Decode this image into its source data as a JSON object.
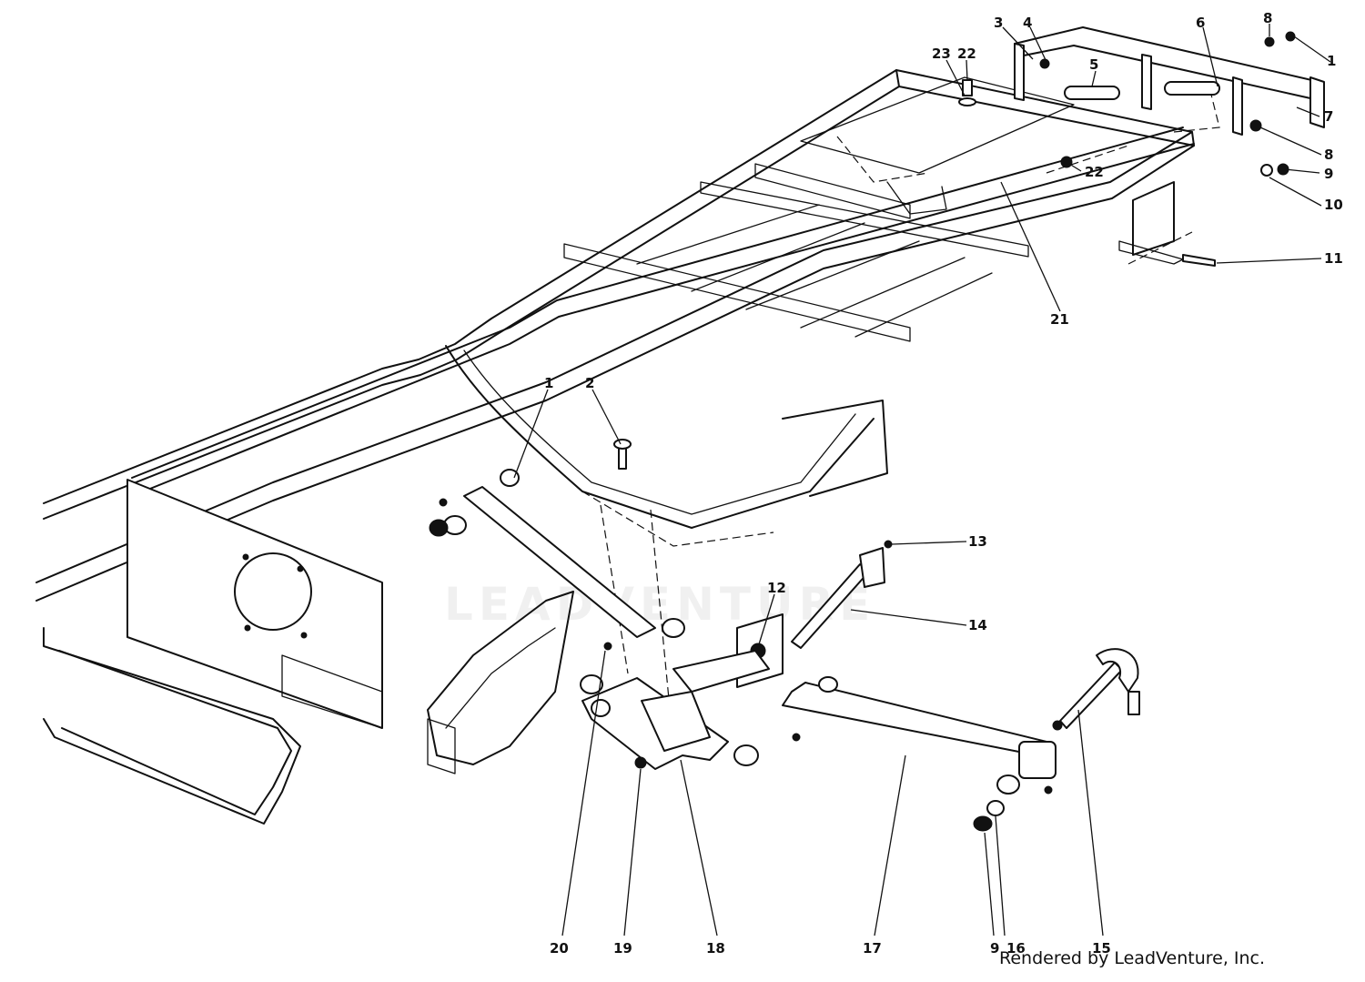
{
  "diagram": {
    "callouts": [
      {
        "id": "1",
        "label": "1"
      },
      {
        "id": "8",
        "label": "8"
      },
      {
        "id": "3",
        "label": "3"
      },
      {
        "id": "4",
        "label": "4"
      },
      {
        "id": "23",
        "label": "23"
      },
      {
        "id": "22",
        "label": "22"
      },
      {
        "id": "6",
        "label": "6"
      },
      {
        "id": "5",
        "label": "5"
      },
      {
        "id": "7",
        "label": "7"
      },
      {
        "id": "8b",
        "label": "8"
      },
      {
        "id": "9",
        "label": "9"
      },
      {
        "id": "10",
        "label": "10"
      },
      {
        "id": "22b",
        "label": "22"
      },
      {
        "id": "11",
        "label": "11"
      },
      {
        "id": "21",
        "label": "21"
      },
      {
        "id": "1b",
        "label": "1"
      },
      {
        "id": "2",
        "label": "2"
      },
      {
        "id": "13",
        "label": "13"
      },
      {
        "id": "14",
        "label": "14"
      },
      {
        "id": "12",
        "label": "12"
      },
      {
        "id": "20",
        "label": "20"
      },
      {
        "id": "19",
        "label": "19"
      },
      {
        "id": "18",
        "label": "18"
      },
      {
        "id": "17",
        "label": "17"
      },
      {
        "id": "9b",
        "label": "9"
      },
      {
        "id": "16",
        "label": "16"
      },
      {
        "id": "15",
        "label": "15"
      }
    ]
  },
  "footer": {
    "credit": "Rendered by LeadVenture, Inc."
  },
  "watermark": {
    "text": "LEADVENTURE"
  }
}
